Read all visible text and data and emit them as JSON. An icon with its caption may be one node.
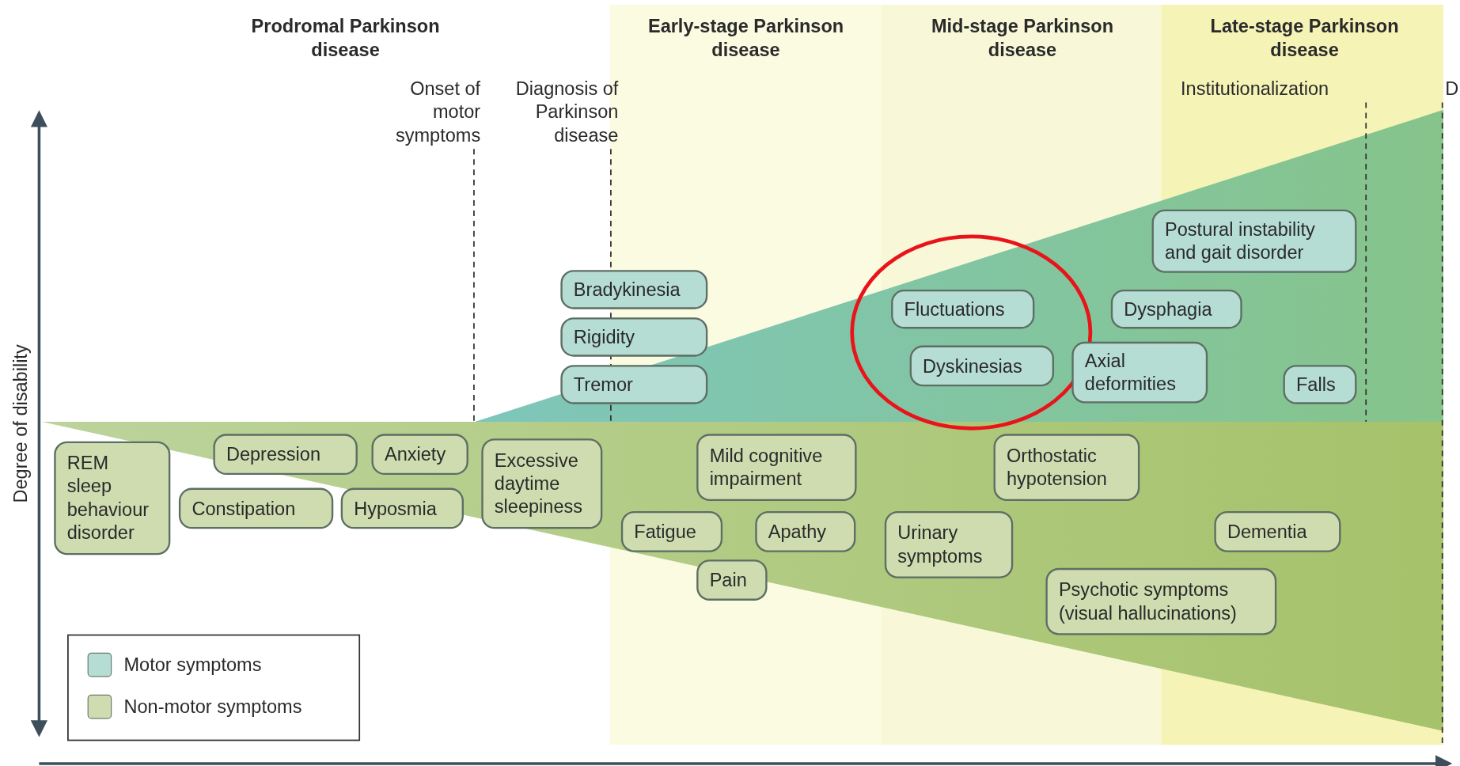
{
  "diagram": {
    "nodes": [
      {
        "text": [
          "Bradykinesia"
        ]
      },
      {
        "text": [
          "Rigidity"
        ]
      },
      {
        "text": [
          "Tremor"
        ]
      },
      {
        "text": [
          "Fluctuations"
        ]
      },
      {
        "text": [
          "Dyskinesias"
        ]
      },
      {
        "text": [
          "Postural instability and gait disorder"
        ]
      },
      {
        "text": [
          "Dysphagia"
        ]
      },
      {
        "text": [
          "Axial deformities"
        ]
      },
      {
        "text": [
          "Falls"
        ]
      },
      {
        "text": [
          "REM sleep behaviour disorder"
        ]
      },
      {
        "text": [
          "Depression"
        ]
      },
      {
        "text": [
          "Anxiety"
        ]
      },
      {
        "text": [
          "Constipation"
        ]
      },
      {
        "text": [
          "Hyposmia"
        ]
      },
      {
        "text": [
          "Excessive daytime sleepiness"
        ]
      },
      {
        "text": [
          "Mild cognitive impairment"
        ]
      },
      {
        "text": [
          "Fatigue"
        ]
      },
      {
        "text": [
          "Apathy"
        ]
      },
      {
        "text": [
          "Pain"
        ]
      },
      {
        "text": [
          "Urinary symptoms"
        ]
      },
      {
        "text": [
          "Orthostatic hypotension"
        ]
      },
      {
        "text": [
          "Dementia"
        ]
      },
      {
        "text": [
          "Psychotic symptoms (visual hallucinations)"
        ]
      }
    ],
    "edges": [],
    "labels": [
      "Prodromal Parkinson disease",
      "Early-stage Parkinson disease",
      "Mid-stage Parkinson disease",
      "Late-stage Parkinson disease",
      "Onset of motor symptoms",
      "Diagnosis of Parkinson disease",
      "Institutionalization",
      "D",
      "Degree of disability"
    ],
    "legend": [
      {
        "text": "Motor symptoms",
        "color": "#b5ddd4"
      },
      {
        "text": "Non-motor symptoms",
        "color": "#cfdcb0"
      }
    ]
  }
}
